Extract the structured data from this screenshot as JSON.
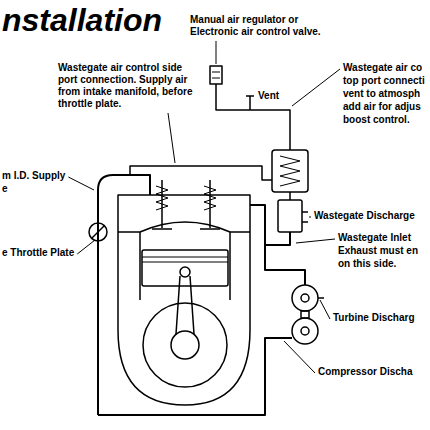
{
  "diagram": {
    "title": "nstallation",
    "labels": [
      "Manual air regulator or Electronic air control valve.",
      "Wastegate air control side port connection. Supply air from intake manifold, before throttle plate.",
      "Wastegate air co",
      "top port connecti",
      "vent to atmosph",
      "add air for adjus",
      "boost control.",
      "Vent",
      "m I.D. Supply",
      "e",
      "Wastegate Discharge",
      "Wastegate Inlet",
      "Exhaust must en",
      "on this side.",
      "e Throttle Plate",
      "Turbine Discharg",
      "Compressor Discha"
    ]
  }
}
